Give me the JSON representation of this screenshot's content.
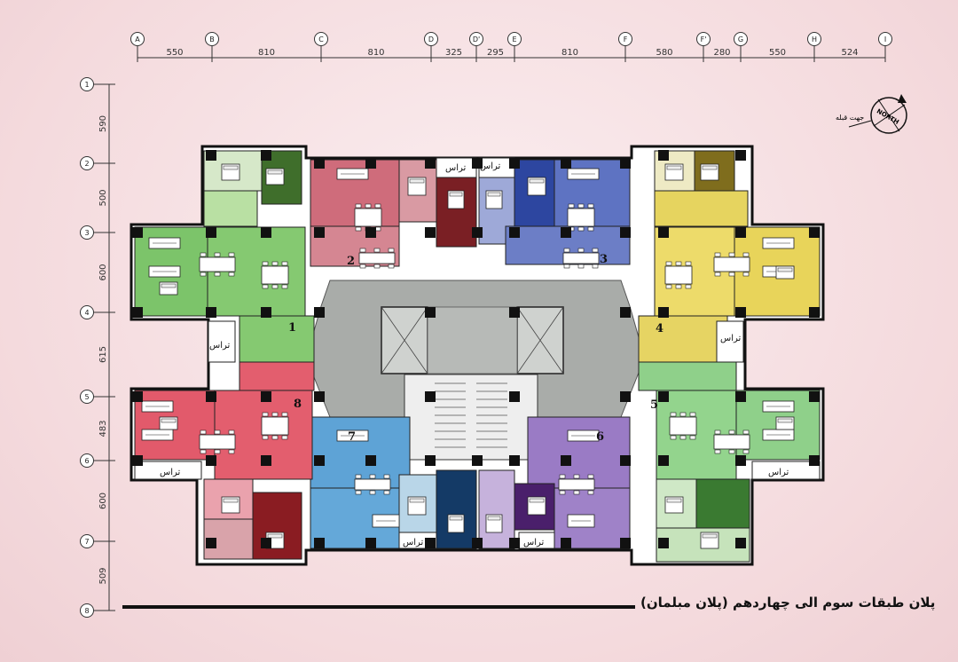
{
  "drawing": {
    "title": "پلان طبقات سوم الی چهاردهم (پلان مبلمان)",
    "qibla_label": "جهت قبله",
    "north_label": "NORTH"
  },
  "grid_columns": {
    "labels": [
      "A",
      "B",
      "C",
      "D",
      "D'",
      "E",
      "F",
      "F'",
      "G",
      "H",
      "I"
    ],
    "spacings": [
      "550",
      "810",
      "810",
      "325",
      "295",
      "810",
      "580",
      "280",
      "550",
      "524"
    ]
  },
  "grid_rows": {
    "labels": [
      "1",
      "2",
      "3",
      "4",
      "5",
      "6",
      "7",
      "8"
    ],
    "spacings": [
      "590",
      "500",
      "600",
      "615",
      "483",
      "600",
      "509"
    ]
  },
  "units": [
    {
      "number": "1",
      "color": "#7dc36a"
    },
    {
      "number": "2",
      "color": "#d06b7a"
    },
    {
      "number": "3",
      "color": "#5b6fbf"
    },
    {
      "number": "4",
      "color": "#e6d463"
    },
    {
      "number": "5",
      "color": "#8fd08a"
    },
    {
      "number": "6",
      "color": "#9b7ac4"
    },
    {
      "number": "7",
      "color": "#5da2d5"
    },
    {
      "number": "8",
      "color": "#e05a6b"
    }
  ],
  "terrace_label": "تراس",
  "colors": {
    "core": "#a3a7a3",
    "wall": "#111111",
    "background": "#f6e0e3"
  }
}
